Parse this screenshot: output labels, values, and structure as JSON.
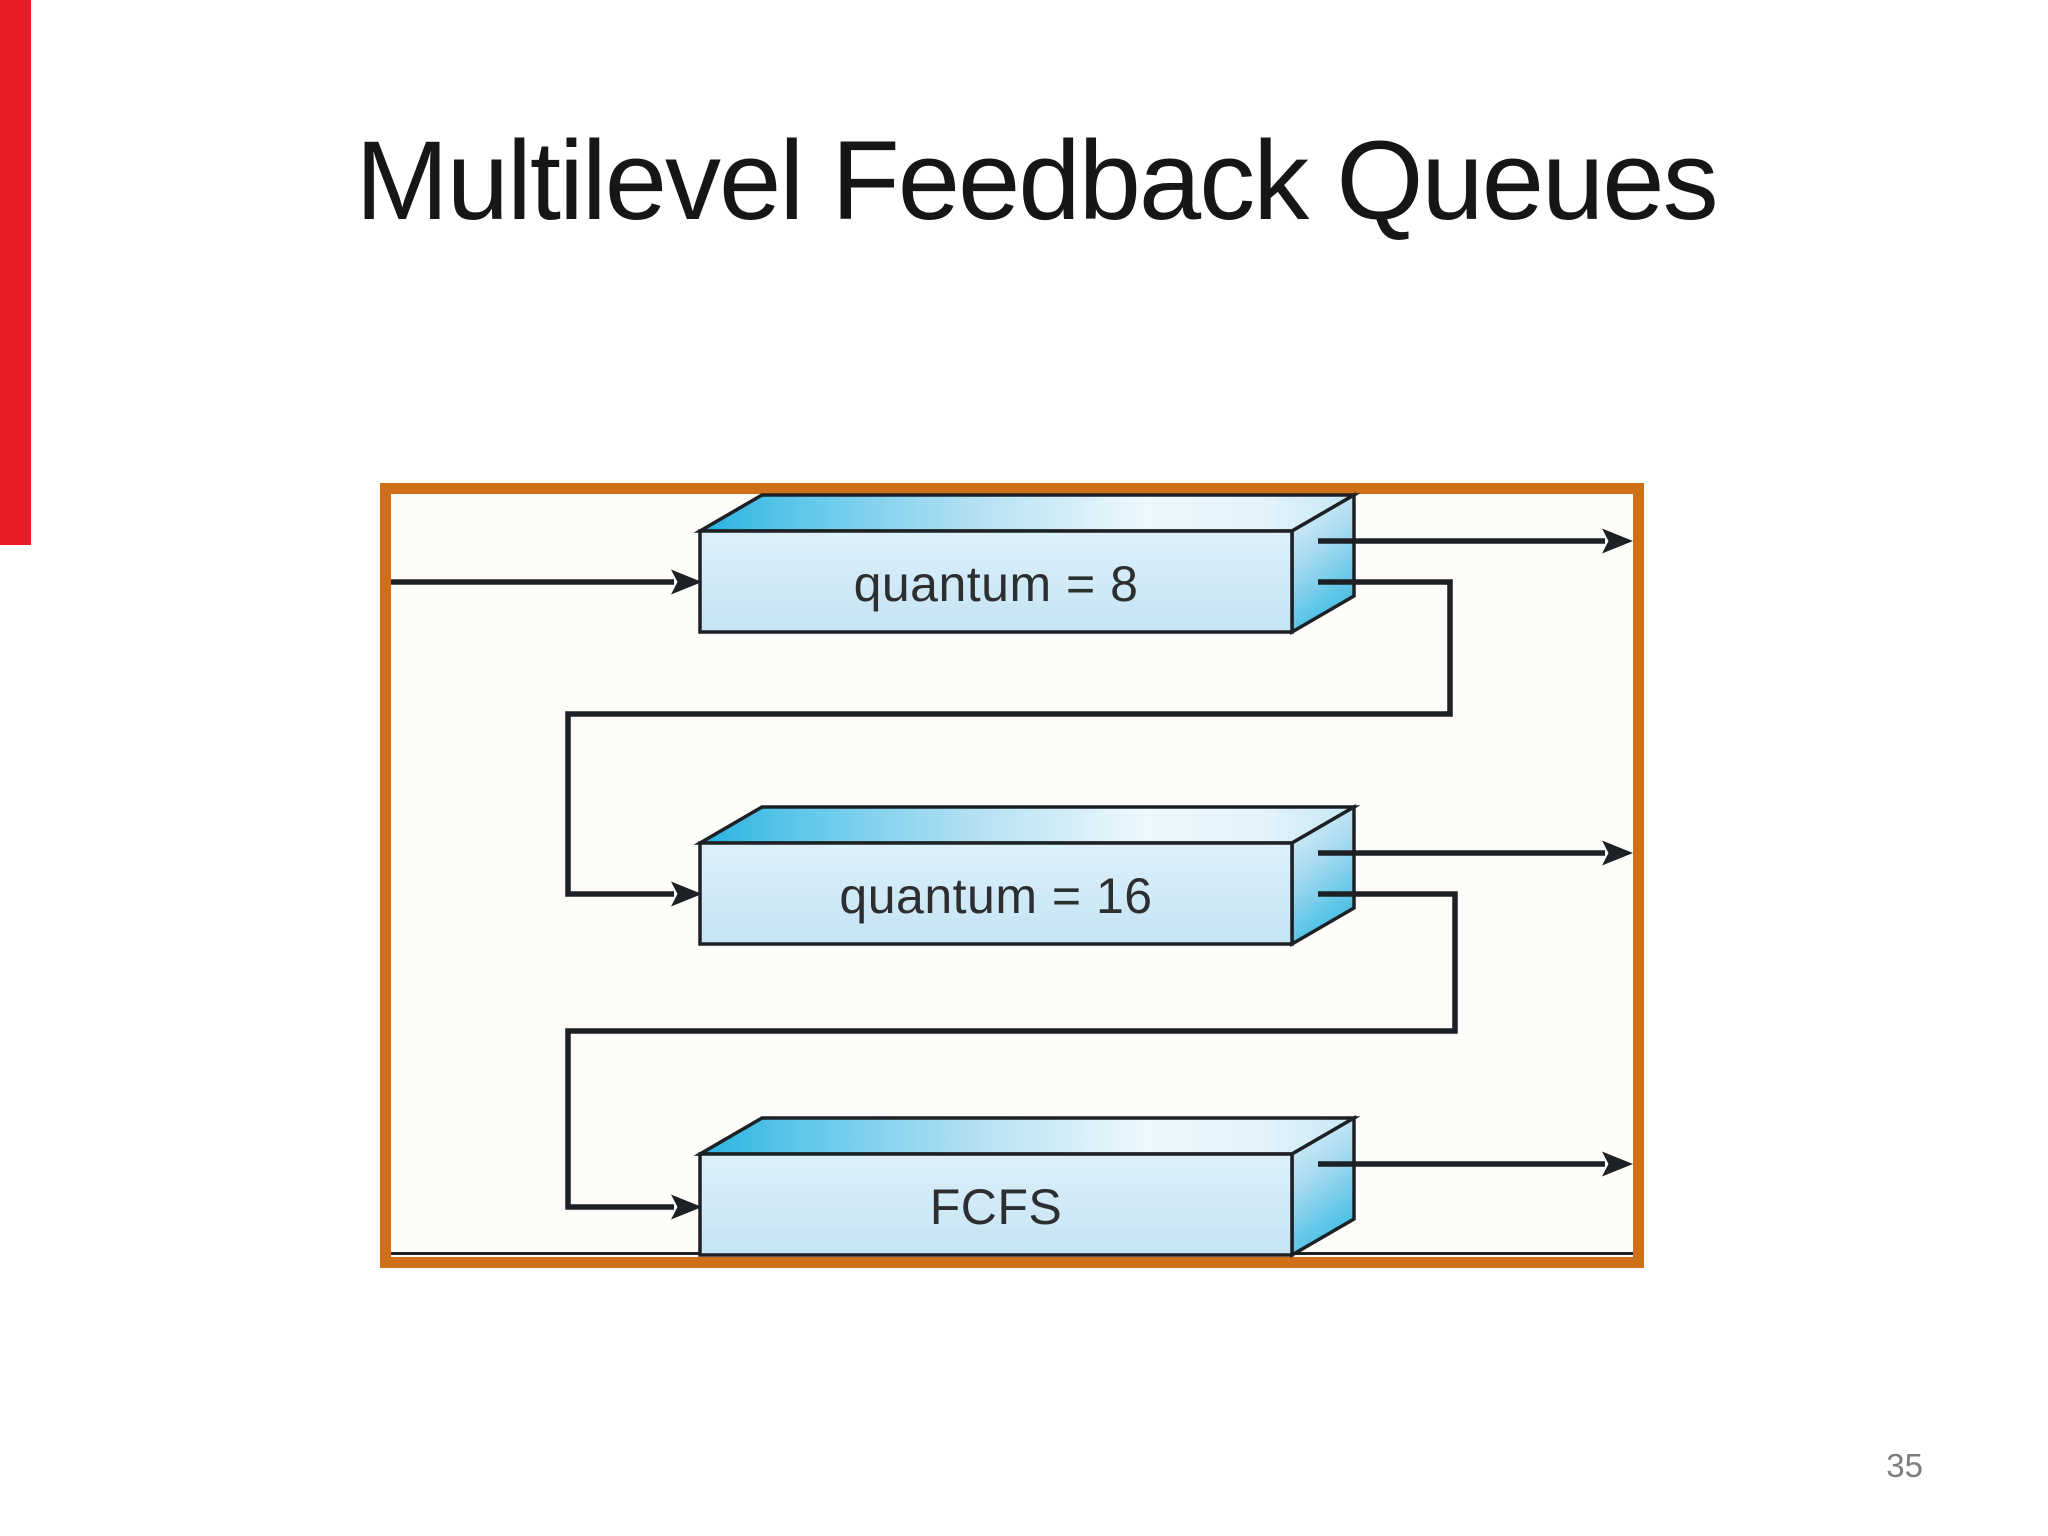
{
  "slide": {
    "title": "Multilevel Feedback Queues",
    "page_number": "35",
    "background_color": "#ffffff",
    "accent_bar_color": "#ea1c25",
    "title_color": "#161616",
    "page_number_color": "#7e7e7e"
  },
  "diagram": {
    "frame_border_color": "#cf6f17",
    "frame_fill_color": "#fdfcf8",
    "line_color": "#1d2125",
    "queues": [
      {
        "label": "quantum = 8"
      },
      {
        "label": "quantum = 16"
      },
      {
        "label": "FCFS"
      }
    ],
    "box_colors": {
      "front_face": "#d0e9f7",
      "top_face_cyan": "#29b2e0",
      "top_face_highlight": "#edf8fd",
      "side_face_cyan": "#3dbde4"
    }
  }
}
